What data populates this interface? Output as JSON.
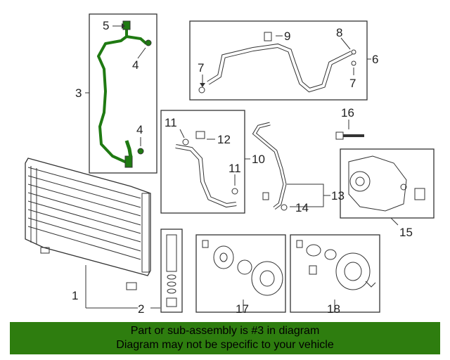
{
  "callouts": {
    "c1": "1",
    "c2": "2",
    "c3": "3",
    "c4a": "4",
    "c4b": "4",
    "c5": "5",
    "c6": "6",
    "c7a": "7",
    "c7b": "7",
    "c8": "8",
    "c9": "9",
    "c10": "10",
    "c11a": "11",
    "c11b": "11",
    "c12": "12",
    "c13": "13",
    "c14": "14",
    "c15": "15",
    "c16": "16",
    "c17": "17",
    "c18": "18"
  },
  "colors": {
    "highlight": "#1f7a12",
    "banner": "#2e7d0f",
    "line": "#333333"
  },
  "footer": {
    "line1": "Part or sub-assembly is #3 in diagram",
    "line2": "Diagram may not be specific to your vehicle"
  }
}
